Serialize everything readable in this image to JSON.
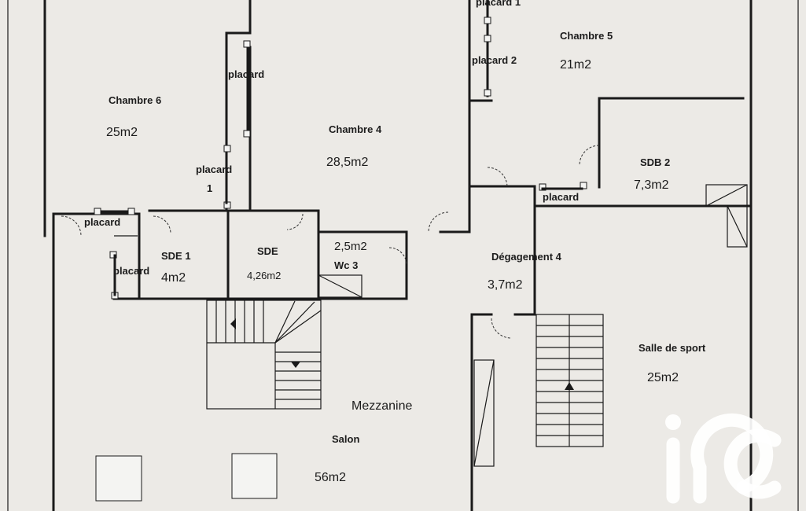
{
  "rooms": {
    "chambre6": {
      "name": "Chambre 6",
      "area": "25m2"
    },
    "chambre4": {
      "name": "Chambre 4",
      "area": "28,5m2"
    },
    "chambre5": {
      "name": "Chambre 5",
      "area": "21m2"
    },
    "sdb2": {
      "name": "SDB 2",
      "area": "7,3m2"
    },
    "sde1": {
      "name": "SDE 1",
      "area": "4m2"
    },
    "sde": {
      "name": "SDE",
      "area": "4,26m2"
    },
    "wc3": {
      "name": "Wc 3",
      "area": "2,5m2"
    },
    "degagement4": {
      "name": "Dégagement 4",
      "area": "3,7m2"
    },
    "sallesport": {
      "name": "Salle de sport",
      "area": "25m2"
    },
    "mezzanine": {
      "name": "Mezzanine"
    },
    "salon": {
      "name": "Salon",
      "area": "56m2"
    }
  },
  "closets": {
    "placard_top": "placard",
    "placard_1": "placard",
    "placard_1_number": "1",
    "placard_left": "placard",
    "placard_sde1": "placard",
    "placard_2": "placard 2",
    "placard_partial": "placard 1",
    "placard_sdb": "placard"
  },
  "watermark": {
    "name": "iad logo",
    "text": "iad",
    "color": "#ffffff"
  }
}
